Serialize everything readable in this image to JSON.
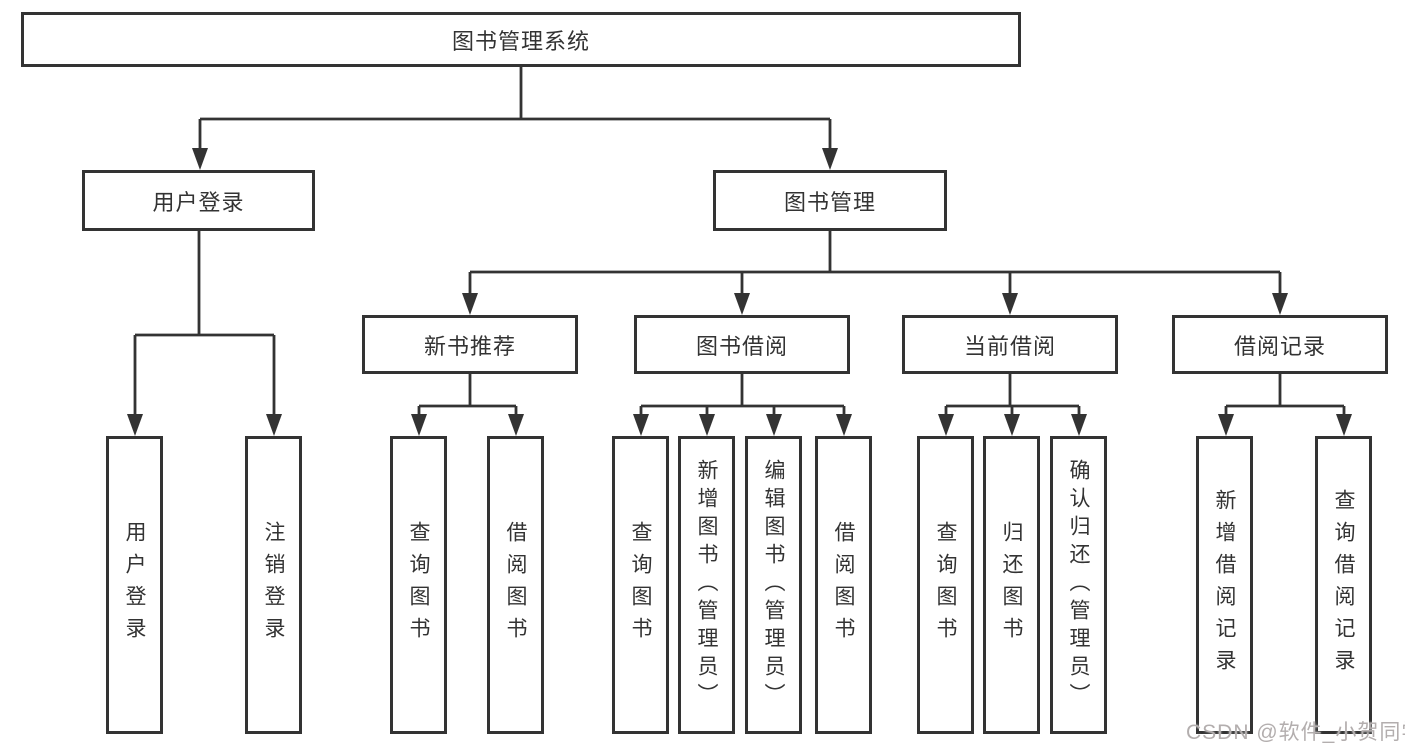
{
  "diagram": {
    "root": {
      "label": "图书管理系统"
    },
    "level2": [
      {
        "label": "用户登录"
      },
      {
        "label": "图书管理"
      }
    ],
    "level3": [
      {
        "label": "新书推荐",
        "parent": "图书管理"
      },
      {
        "label": "图书借阅",
        "parent": "图书管理"
      },
      {
        "label": "当前借阅",
        "parent": "图书管理"
      },
      {
        "label": "借阅记录",
        "parent": "图书管理"
      }
    ],
    "leaves": [
      {
        "label": "用户登录",
        "parent": "用户登录"
      },
      {
        "label": "注销登录",
        "parent": "用户登录"
      },
      {
        "label": "查询图书",
        "parent": "新书推荐"
      },
      {
        "label": "借阅图书",
        "parent": "新书推荐"
      },
      {
        "label": "查询图书",
        "parent": "图书借阅"
      },
      {
        "label": "新增图书（管理员）",
        "parent": "图书借阅"
      },
      {
        "label": "编辑图书（管理员）",
        "parent": "图书借阅"
      },
      {
        "label": "借阅图书",
        "parent": "图书借阅"
      },
      {
        "label": "查询图书",
        "parent": "当前借阅"
      },
      {
        "label": "归还图书",
        "parent": "当前借阅"
      },
      {
        "label": "确认归还（管理员）",
        "parent": "当前借阅"
      },
      {
        "label": "新增借阅记录",
        "parent": "借阅记录"
      },
      {
        "label": "查询借阅记录",
        "parent": "借阅记录"
      }
    ]
  },
  "watermark": {
    "text": "CSDN @软件_小贺同学"
  },
  "colors": {
    "line": "#333333",
    "text": "#333333",
    "background": "#ffffff",
    "watermark": "#b3aeae"
  }
}
